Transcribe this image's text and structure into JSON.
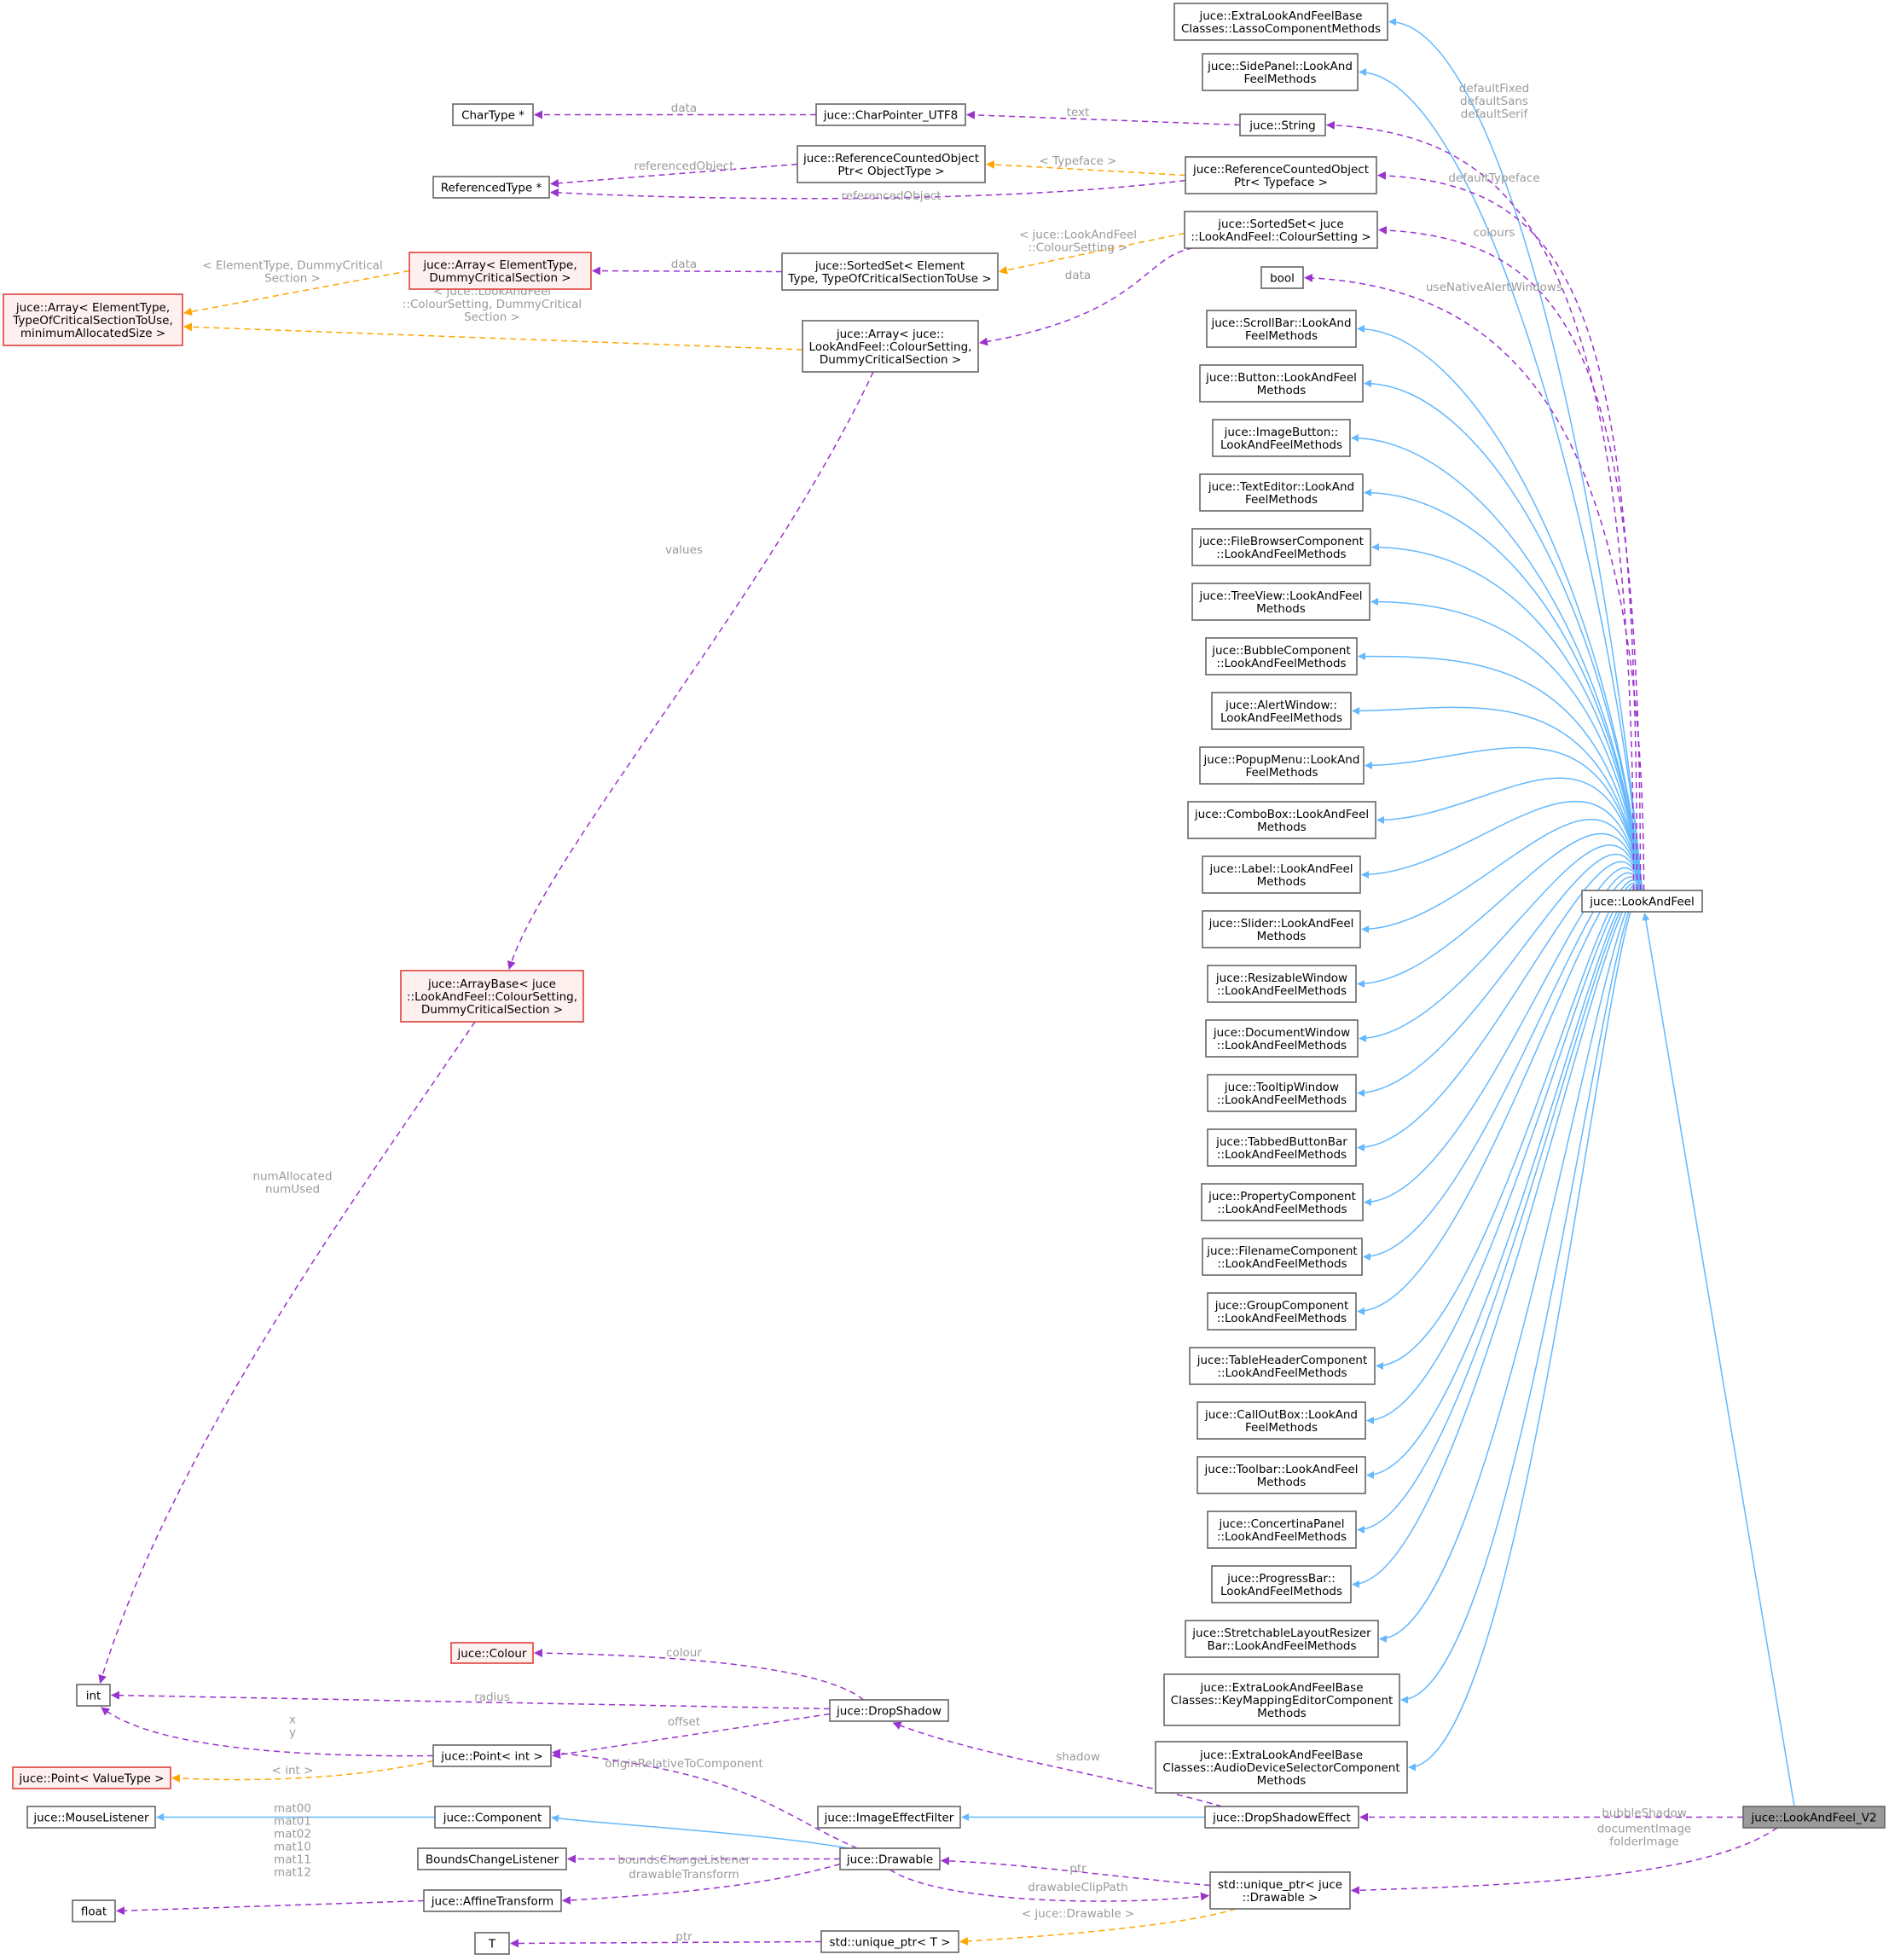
{
  "colors": {
    "inheritance": "#63b8ff",
    "usage": "#9a32cd",
    "template": "#ffa500",
    "edge_label": "#9a9a9a",
    "node_border": "#666666",
    "node_border_incomplete": "#e0403a",
    "node_fill_incomplete": "#fff0f0",
    "node_fill_selected": "#9a9a9a"
  },
  "nodes": {
    "lasso": [
      "juce::ExtraLookAndFeelBase",
      "Classes::LassoComponentMethods"
    ],
    "sidepanel": [
      "juce::SidePanel::LookAnd",
      "FeelMethods"
    ],
    "chartype": [
      "CharType *"
    ],
    "charptr": [
      "juce::CharPointer_UTF8"
    ],
    "string": [
      "juce::String"
    ],
    "rcoptr_obj": [
      "juce::ReferenceCountedObject",
      "Ptr< ObjectType >"
    ],
    "reftype": [
      "ReferencedType *"
    ],
    "rcoptr_tf": [
      "juce::ReferenceCountedObject",
      "Ptr< Typeface >"
    ],
    "sortedset_cs": [
      "juce::SortedSet< juce",
      "::LookAndFeel::ColourSetting >"
    ],
    "array_et": [
      "juce::Array< ElementType,",
      "DummyCriticalSection >"
    ],
    "sortedset_et": [
      "juce::SortedSet< Element",
      "Type, TypeOfCriticalSectionToUse >"
    ],
    "array_full": [
      "juce::Array< ElementType,",
      "TypeOfCriticalSectionToUse,",
      "minimumAllocatedSize >"
    ],
    "bool": [
      "bool"
    ],
    "array_cs": [
      "juce::Array< juce::",
      "LookAndFeel::ColourSetting,",
      "DummyCriticalSection >"
    ],
    "scrollbar": [
      "juce::ScrollBar::LookAnd",
      "FeelMethods"
    ],
    "button": [
      "juce::Button::LookAndFeel",
      "Methods"
    ],
    "imagebutton": [
      "juce::ImageButton::",
      "LookAndFeelMethods"
    ],
    "texteditor": [
      "juce::TextEditor::LookAnd",
      "FeelMethods"
    ],
    "filebrowser": [
      "juce::FileBrowserComponent",
      "::LookAndFeelMethods"
    ],
    "treeview": [
      "juce::TreeView::LookAndFeel",
      "Methods"
    ],
    "bubble": [
      "juce::BubbleComponent",
      "::LookAndFeelMethods"
    ],
    "alertwindow": [
      "juce::AlertWindow::",
      "LookAndFeelMethods"
    ],
    "popupmenu": [
      "juce::PopupMenu::LookAnd",
      "FeelMethods"
    ],
    "combobox": [
      "juce::ComboBox::LookAndFeel",
      "Methods"
    ],
    "label": [
      "juce::Label::LookAndFeel",
      "Methods"
    ],
    "lookandfeel": [
      "juce::LookAndFeel"
    ],
    "slider": [
      "juce::Slider::LookAndFeel",
      "Methods"
    ],
    "resizable": [
      "juce::ResizableWindow",
      "::LookAndFeelMethods"
    ],
    "docwindow": [
      "juce::DocumentWindow",
      "::LookAndFeelMethods"
    ],
    "arraybase": [
      "juce::ArrayBase< juce",
      "::LookAndFeel::ColourSetting,",
      "DummyCriticalSection >"
    ],
    "tooltip": [
      "juce::TooltipWindow",
      "::LookAndFeelMethods"
    ],
    "tabbed": [
      "juce::TabbedButtonBar",
      "::LookAndFeelMethods"
    ],
    "property": [
      "juce::PropertyComponent",
      "::LookAndFeelMethods"
    ],
    "filename": [
      "juce::FilenameComponent",
      "::LookAndFeelMethods"
    ],
    "group": [
      "juce::GroupComponent",
      "::LookAndFeelMethods"
    ],
    "tableheader": [
      "juce::TableHeaderComponent",
      "::LookAndFeelMethods"
    ],
    "callout": [
      "juce::CallOutBox::LookAnd",
      "FeelMethods"
    ],
    "toolbar": [
      "juce::Toolbar::LookAndFeel",
      "Methods"
    ],
    "concertina": [
      "juce::ConcertinaPanel",
      "::LookAndFeelMethods"
    ],
    "progressbar": [
      "juce::ProgressBar::",
      "LookAndFeelMethods"
    ],
    "stretchable": [
      "juce::StretchableLayoutResizer",
      "Bar::LookAndFeelMethods"
    ],
    "colour": [
      "juce::Colour"
    ],
    "keymapping": [
      "juce::ExtraLookAndFeelBase",
      "Classes::KeyMappingEditorComponent",
      "Methods"
    ],
    "int": [
      "int"
    ],
    "dropshadow": [
      "juce::DropShadow"
    ],
    "audiodevice": [
      "juce::ExtraLookAndFeelBase",
      "Classes::AudioDeviceSelectorComponent",
      "Methods"
    ],
    "point_vt": [
      "juce::Point< ValueType >"
    ],
    "point_int": [
      "juce::Point< int >"
    ],
    "mouselistener": [
      "juce::MouseListener"
    ],
    "component": [
      "juce::Component"
    ],
    "imageeffect": [
      "juce::ImageEffectFilter"
    ],
    "dropshadoweffect": [
      "juce::DropShadowEffect"
    ],
    "lookandfeelv2": [
      "juce::LookAndFeel_V2"
    ],
    "bounds": [
      "BoundsChangeListener"
    ],
    "drawable": [
      "juce::Drawable"
    ],
    "float": [
      "float"
    ],
    "affine": [
      "juce::AffineTransform"
    ],
    "uniqueptr_drawable": [
      "std::unique_ptr< juce",
      "::Drawable >"
    ],
    "T": [
      "T"
    ],
    "uniqueptr_T": [
      "std::unique_ptr< T >"
    ]
  },
  "labels": {
    "data_chartype": [
      "data"
    ],
    "text": [
      "text"
    ],
    "defaults": [
      "defaultFixed",
      "defaultSans",
      "defaultSerif"
    ],
    "referencedObject1": [
      "referencedObject"
    ],
    "typeface_tmpl": [
      "< Typeface >"
    ],
    "defaultTypeface": [
      "defaultTypeface"
    ],
    "referencedObject2": [
      "referencedObject"
    ],
    "colours": [
      "colours"
    ],
    "et_tmpl": [
      "< ElementType, DummyCritical",
      "Section >"
    ],
    "data_array_et": [
      "data"
    ],
    "cs_tmpl": [
      "< juce::LookAndFeel",
      "::ColourSetting >"
    ],
    "data_array_cs": [
      "data"
    ],
    "cs_dummy_tmpl": [
      "< juce::LookAndFeel",
      "::ColourSetting, DummyCritical",
      "Section >"
    ],
    "useNative": [
      "useNativeAlertWindows"
    ],
    "values": [
      "values"
    ],
    "numAllocated": [
      "numAllocated",
      "numUsed"
    ],
    "colour": [
      "colour"
    ],
    "radius": [
      "radius"
    ],
    "xy": [
      "x",
      "y"
    ],
    "offset": [
      "offset"
    ],
    "int_tmpl": [
      "< int >"
    ],
    "originRel": [
      "originRelativeToComponent"
    ],
    "shadow": [
      "shadow"
    ],
    "bubbleShadow": [
      "bubbleShadow"
    ],
    "docImage": [
      "documentImage",
      "folderImage"
    ],
    "boundsListener": [
      "boundsChangeListener"
    ],
    "ptr1": [
      "ptr"
    ],
    "mats": [
      "mat00",
      "mat01",
      "mat02",
      "mat10",
      "mat11",
      "mat12"
    ],
    "drawableTransform": [
      "drawableTransform"
    ],
    "drawableClipPath": [
      "drawableClipPath"
    ],
    "drawable_tmpl": [
      "< juce::Drawable >"
    ],
    "ptr2": [
      "ptr"
    ]
  }
}
